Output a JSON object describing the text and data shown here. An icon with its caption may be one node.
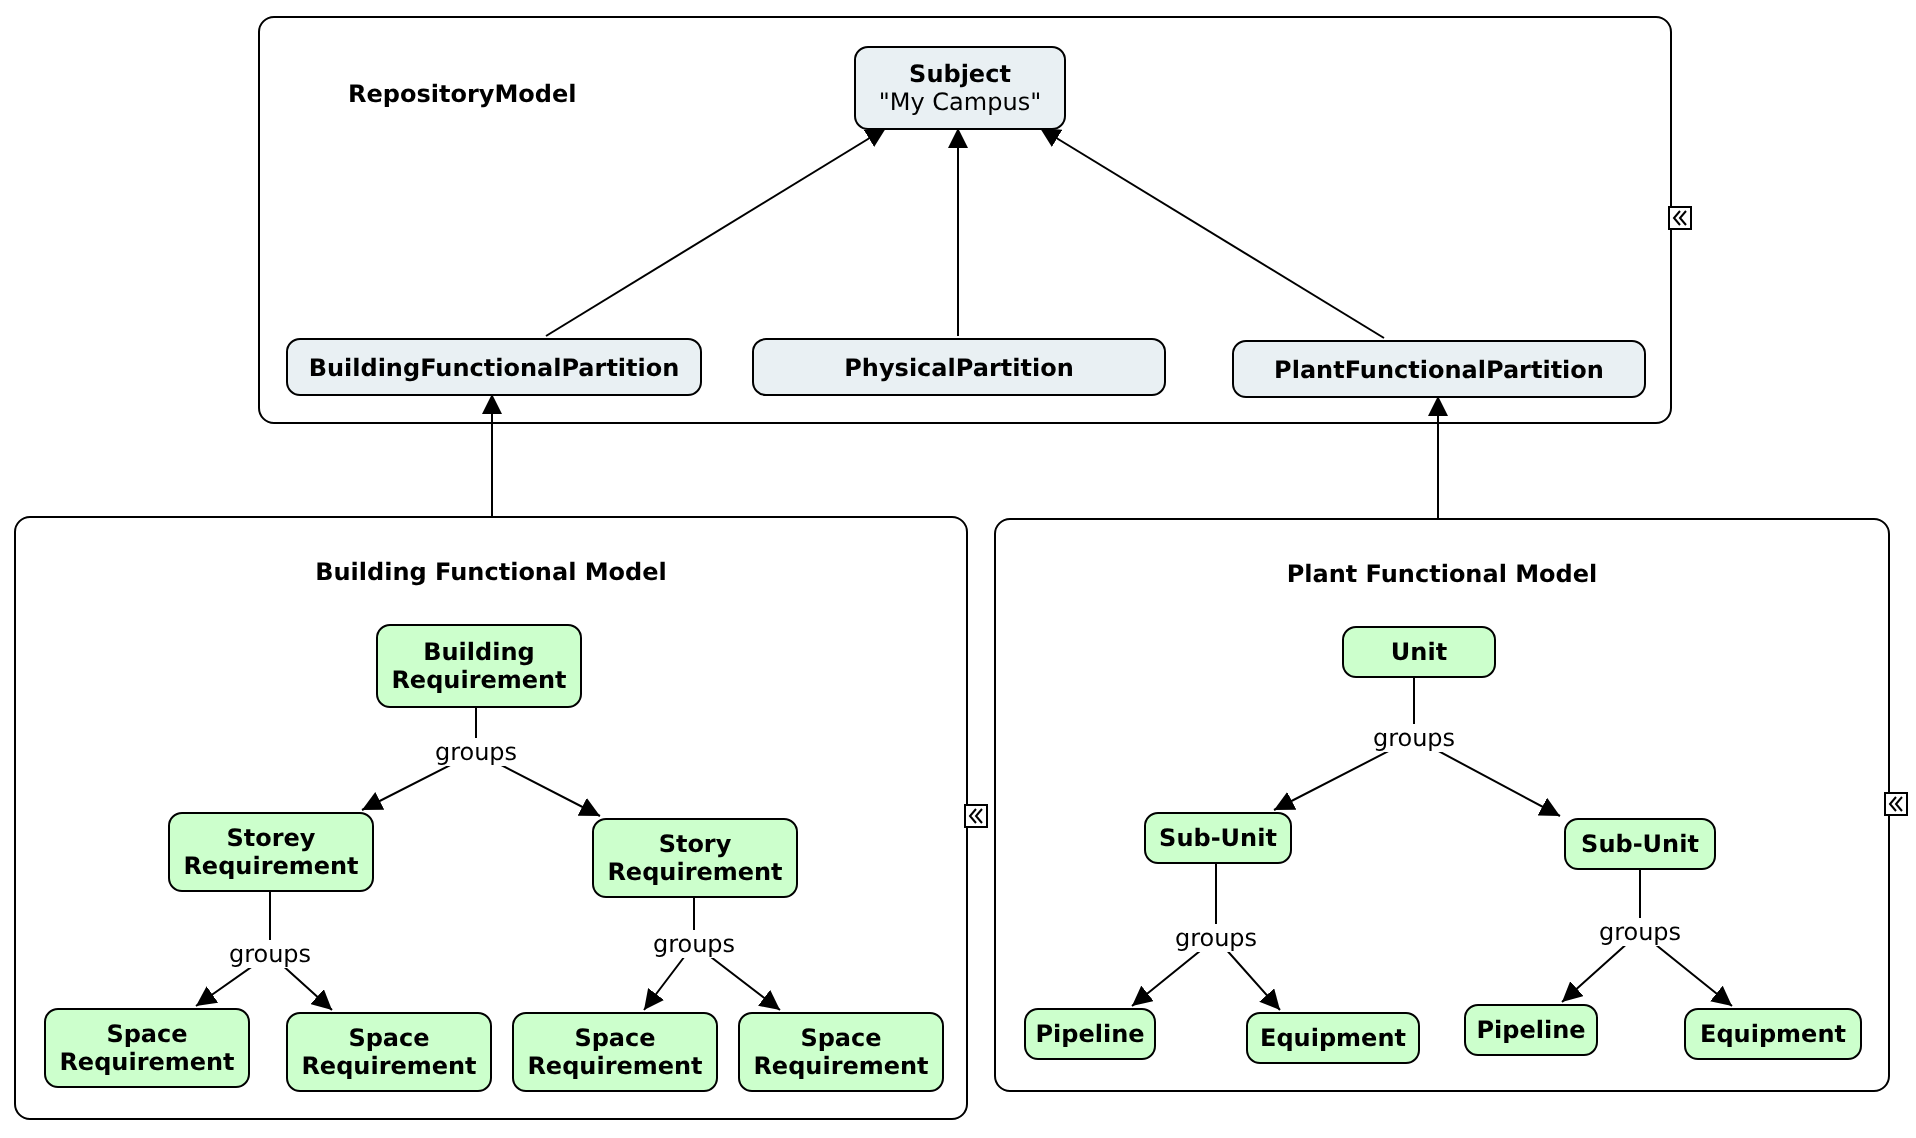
{
  "diagram": {
    "nodes": [
      {
        "text": [
          "RepositoryModel"
        ]
      },
      {
        "text": [
          "Subject",
          "\"My Campus\""
        ],
        "in": 0
      },
      {
        "text": [
          "BuildingFunctionalPartition"
        ],
        "in": 0
      },
      {
        "text": [
          "PhysicalPartition"
        ],
        "in": 0
      },
      {
        "text": [
          "PlantFunctionalPartition"
        ],
        "in": 0
      },
      {
        "text": [
          "Building Functional Model"
        ]
      },
      {
        "text": [
          "Building Requirement"
        ],
        "in": 5
      },
      {
        "text": [
          "Storey Requirement"
        ],
        "in": 5
      },
      {
        "text": [
          "Story Requirement"
        ],
        "in": 5
      },
      {
        "text": [
          "Space Requirement"
        ],
        "in": 5
      },
      {
        "text": [
          "Space Requirement"
        ],
        "in": 5
      },
      {
        "text": [
          "Space Requirement"
        ],
        "in": 5
      },
      {
        "text": [
          "Space Requirement"
        ],
        "in": 5
      },
      {
        "text": [
          "Plant Functional Model"
        ]
      },
      {
        "text": [
          "Unit"
        ],
        "in": 13
      },
      {
        "text": [
          "Sub-Unit"
        ],
        "in": 13
      },
      {
        "text": [
          "Sub-Unit"
        ],
        "in": 13
      },
      {
        "text": [
          "Pipeline"
        ],
        "in": 13
      },
      {
        "text": [
          "Equipment"
        ],
        "in": 13
      },
      {
        "text": [
          "Pipeline"
        ],
        "in": 13
      },
      {
        "text": [
          "Equipment"
        ],
        "in": 13
      }
    ],
    "edges": [
      {
        "from": 2,
        "to": 1,
        "arrow": "to"
      },
      {
        "from": 3,
        "to": 1,
        "arrow": "to"
      },
      {
        "from": 4,
        "to": 1,
        "arrow": "to"
      },
      {
        "from": 5,
        "to": 2,
        "arrow": "to"
      },
      {
        "from": 13,
        "to": 4,
        "arrow": "to"
      },
      {
        "from": 6,
        "to": 7,
        "arrow": "to",
        "label": "groups"
      },
      {
        "from": 6,
        "to": 8,
        "arrow": "to"
      },
      {
        "from": 7,
        "to": 9,
        "arrow": "to",
        "label": "groups"
      },
      {
        "from": 7,
        "to": 10,
        "arrow": "to"
      },
      {
        "from": 8,
        "to": 11,
        "arrow": "to",
        "label": "groups"
      },
      {
        "from": 8,
        "to": 12,
        "arrow": "to"
      },
      {
        "from": 14,
        "to": 15,
        "arrow": "to",
        "label": "groups"
      },
      {
        "from": 14,
        "to": 16,
        "arrow": "to"
      },
      {
        "from": 15,
        "to": 17,
        "arrow": "to",
        "label": "groups"
      },
      {
        "from": 15,
        "to": 18,
        "arrow": "to"
      },
      {
        "from": 16,
        "to": 19,
        "arrow": "to",
        "label": "groups"
      },
      {
        "from": 16,
        "to": 20,
        "arrow": "to"
      }
    ]
  }
}
